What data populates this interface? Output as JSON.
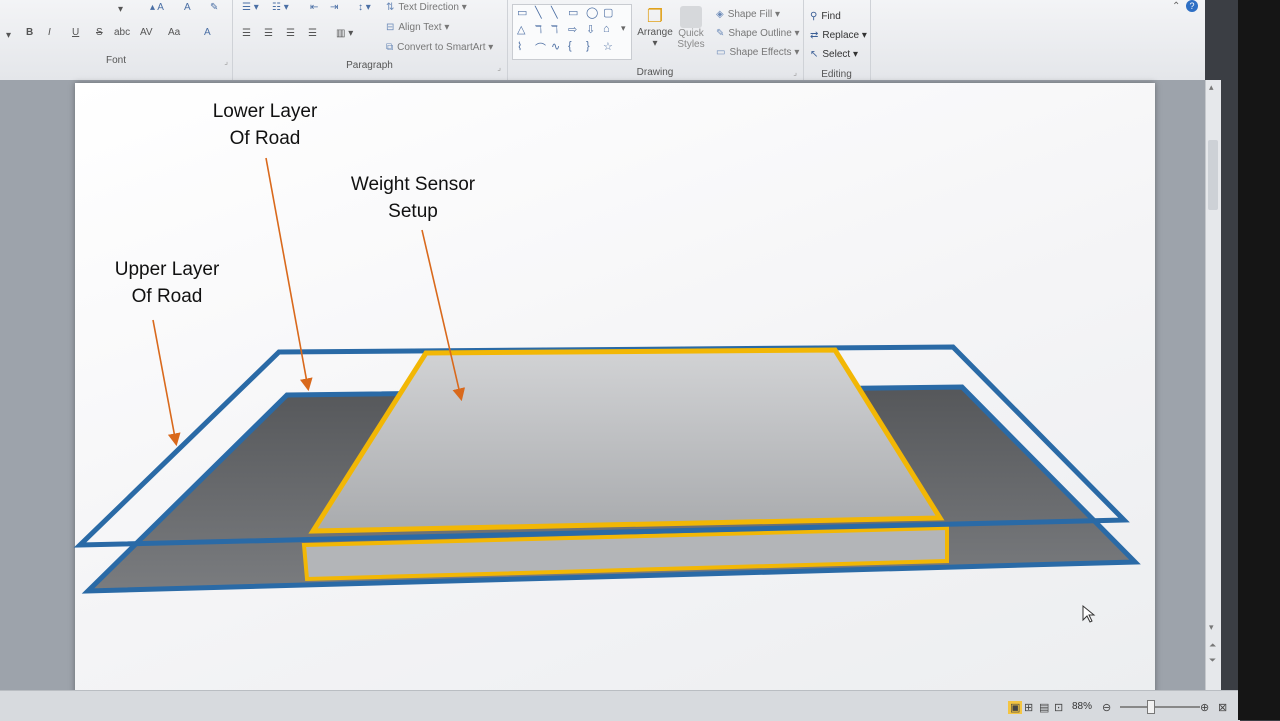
{
  "ribbon": {
    "font_group": {
      "label": "Font",
      "tools": [
        "B",
        "I",
        "U",
        "S",
        "abc",
        "AV",
        "Aa",
        "A"
      ]
    },
    "paragraph_group": {
      "label": "Paragraph",
      "text_direction": "Text Direction",
      "align_text": "Align Text",
      "convert_smartart": "Convert to SmartArt"
    },
    "drawing_group": {
      "label": "Drawing",
      "arrange": "Arrange",
      "quick_styles_line1": "Quick",
      "quick_styles_line2": "Styles",
      "shape_fill": "Shape Fill",
      "shape_outline": "Shape Outline",
      "shape_effects": "Shape Effects"
    },
    "editing_group": {
      "label": "Editing",
      "find": "Find",
      "replace": "Replace",
      "select": "Select"
    }
  },
  "slide": {
    "labels": {
      "lower_layer_line1": "Lower Layer",
      "lower_layer_line2": "Of Road",
      "weight_sensor_line1": "Weight Sensor",
      "weight_sensor_line2": "Setup",
      "upper_layer_line1": "Upper Layer",
      "upper_layer_line2": "Of Road"
    },
    "colors": {
      "road_outline": "#2a6aa6",
      "sensor_outline": "#f2b705",
      "arrow": "#d9691c",
      "lower_layer_fill": "#5f6063",
      "sensor_fill": "#b9bbbe"
    }
  },
  "status_bar": {
    "zoom": "88%"
  }
}
